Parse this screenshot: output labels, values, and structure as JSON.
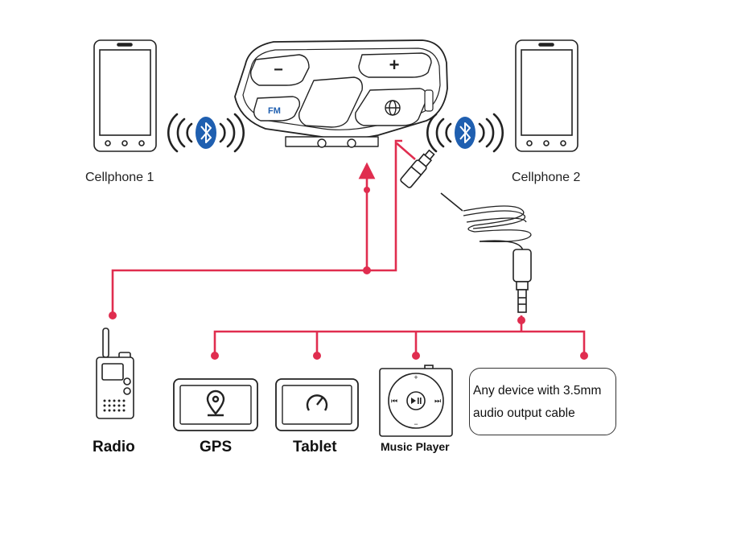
{
  "labels": {
    "cellphone_1": "Cellphone 1",
    "cellphone_2": "Cellphone 2",
    "radio": "Radio",
    "gps": "GPS",
    "tablet": "Tablet",
    "music_player": "Music Player",
    "any_device_line1": "Any device with 3.5mm",
    "any_device_line2": "audio output cable"
  },
  "headset_buttons": {
    "minus": "−",
    "plus": "+",
    "fm": "FM"
  },
  "icons": {
    "bluetooth_left": "bluetooth-icon",
    "bluetooth_right": "bluetooth-icon",
    "gps": "location-pin-icon",
    "tablet": "gauge-icon",
    "music_player": "play-pause-icon"
  },
  "colors": {
    "wire": "#e02d4f",
    "bluetooth": "#1f5fb0",
    "outline": "#222222"
  }
}
